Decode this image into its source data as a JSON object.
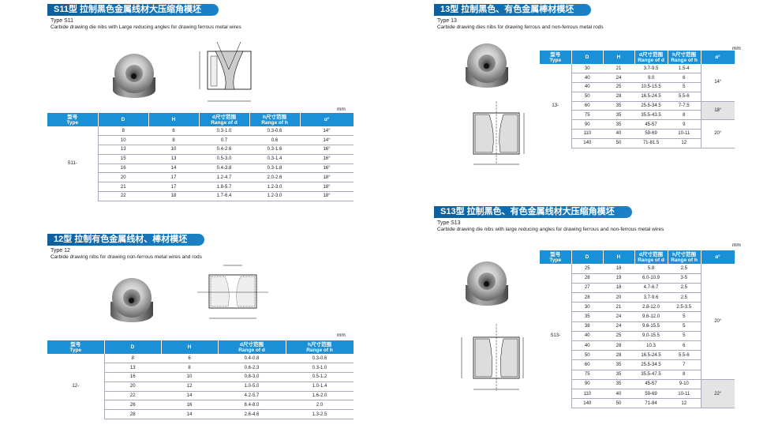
{
  "s11": {
    "title": "S11型  拉制黑色金属线材大压缩角模坯",
    "type_line": "Type S11",
    "desc": "Carbide drawing die nibs with Large reducing angles for drawing ferrous metal wires",
    "unit": "mm",
    "headers": {
      "type": "型号\nType",
      "d": "D",
      "h": "H",
      "dr": "d尺寸范围\nRange of d",
      "hr": "h尺寸范围\nRange of h",
      "a": "α°"
    },
    "type_value": "S11-",
    "rows": [
      [
        "8",
        "6",
        "0.3-1.0",
        "0.3-0.6",
        "14°"
      ],
      [
        "10",
        "8",
        "0.7",
        "0.6",
        "14°"
      ],
      [
        "13",
        "10",
        "0.4-2.6",
        "0.3-1.6",
        "16°"
      ],
      [
        "15",
        "13",
        "0.5-3.0",
        "0.3-1.4",
        "16°"
      ],
      [
        "16",
        "14",
        "0.4-3.8",
        "0.3-1.8",
        "16°"
      ],
      [
        "20",
        "17",
        "1.2-4.7",
        "2.0-2.6",
        "18°"
      ],
      [
        "21",
        "17",
        "1.8-5.7",
        "1.2-3.0",
        "18°"
      ],
      [
        "22",
        "18",
        "1.7-6.4",
        "1.2-3.0",
        "18°"
      ]
    ]
  },
  "t12": {
    "title": "12型  拉制有色金属线材、棒材模坯",
    "type_line": "Type 12",
    "desc": "Carbide drawing nibs for drawing non-ferrous metal wires and rods",
    "unit": "mm",
    "headers": {
      "type": "型号\nType",
      "d": "D",
      "h": "H",
      "dr": "d尺寸范围\nRange of d",
      "hr": "h尺寸范围\nRange of h"
    },
    "type_value": "12-",
    "rows": [
      [
        "8",
        "6",
        "0.4-0.8",
        "0.3-0.6"
      ],
      [
        "13",
        "8",
        "0.6-2.3",
        "0.3-1.0"
      ],
      [
        "16",
        "10",
        "0.8-3.0",
        "0.5-1.2"
      ],
      [
        "20",
        "12",
        "1.0-5.0",
        "1.0-1.4"
      ],
      [
        "22",
        "14",
        "4.2-5.7",
        "1.6-2.0"
      ],
      [
        "26",
        "16",
        "6.4-8.0",
        "2.0"
      ],
      [
        "28",
        "14",
        "2.6-4.6",
        "1.3-2.5"
      ]
    ]
  },
  "t13": {
    "title": "13型  拉制黑色、有色金属棒材模坯",
    "type_line": "Type 13",
    "desc": "Carbide drawing dies nibs for drawing ferrous and non-ferrous metal rods",
    "unit": "mm",
    "headers": {
      "type": "型号\nType",
      "d": "D",
      "h": "H",
      "dr": "d尺寸范围\nRange of d",
      "hr": "h尺寸范围\nRange of h",
      "a": "α°"
    },
    "type_value": "13-",
    "rows": [
      [
        "30",
        "21",
        "3.7-9.5",
        "1.5-4"
      ],
      [
        "40",
        "24",
        "9.0",
        "6"
      ],
      [
        "40",
        "25",
        "10.5-15.5",
        "5"
      ],
      [
        "50",
        "28",
        "16.5-24.5",
        "5.5-6"
      ],
      [
        "60",
        "35",
        "25.5-34.5",
        "7-7.5"
      ],
      [
        "75",
        "35",
        "35.5-43.5",
        "8"
      ],
      [
        "90",
        "35",
        "45-57",
        "9"
      ],
      [
        "110",
        "40",
        "59-69",
        "10-11"
      ],
      [
        "140",
        "50",
        "71-81.5",
        "12"
      ]
    ],
    "alpha_groups": [
      {
        "value": "14°",
        "rows": 4,
        "grey": false
      },
      {
        "value": "18°",
        "rows": 2,
        "grey": true
      },
      {
        "value": "20°",
        "rows": 3,
        "grey": false
      }
    ]
  },
  "s13": {
    "title": "S13型  拉制黑色、有色金属线材大压缩角模坯",
    "type_line": "Type S13",
    "desc": "Carbide drawing die nibs with large reducing angles for drawing ferrous and non-ferrous metal wires",
    "unit": "mm",
    "headers": {
      "type": "型号\nType",
      "d": "D",
      "h": "H",
      "dr": "d尺寸范围\nRange of d",
      "hr": "h尺寸范围\nRange of h",
      "a": "α°"
    },
    "type_value": "S13-",
    "rows": [
      [
        "25",
        "18",
        "5.8",
        "2.5"
      ],
      [
        "28",
        "19",
        "6.0-10.9",
        "3-5"
      ],
      [
        "27",
        "18",
        "4.7-6.7",
        "2.5"
      ],
      [
        "28",
        "20",
        "3.7-9.6",
        "2.5"
      ],
      [
        "30",
        "21",
        "2.8-12.0",
        "2.5-3.5"
      ],
      [
        "35",
        "24",
        "9.6-12.0",
        "5"
      ],
      [
        "38",
        "24",
        "9.6-15.5",
        "5"
      ],
      [
        "40",
        "25",
        "9.0-15.5",
        "5"
      ],
      [
        "40",
        "28",
        "10.3",
        "6"
      ],
      [
        "50",
        "28",
        "16.5-24.5",
        "5.5-6"
      ],
      [
        "60",
        "35",
        "25.5-34.5",
        "7"
      ],
      [
        "75",
        "35",
        "35.5-47.5",
        "8"
      ],
      [
        "90",
        "35",
        "45-57",
        "9-10"
      ],
      [
        "110",
        "40",
        "59-69",
        "10-11"
      ],
      [
        "140",
        "50",
        "71-84",
        "12"
      ]
    ],
    "alpha_groups": [
      {
        "value": "20°",
        "rows": 12,
        "grey": false
      },
      {
        "value": "22°",
        "rows": 3,
        "grey": true
      }
    ]
  }
}
